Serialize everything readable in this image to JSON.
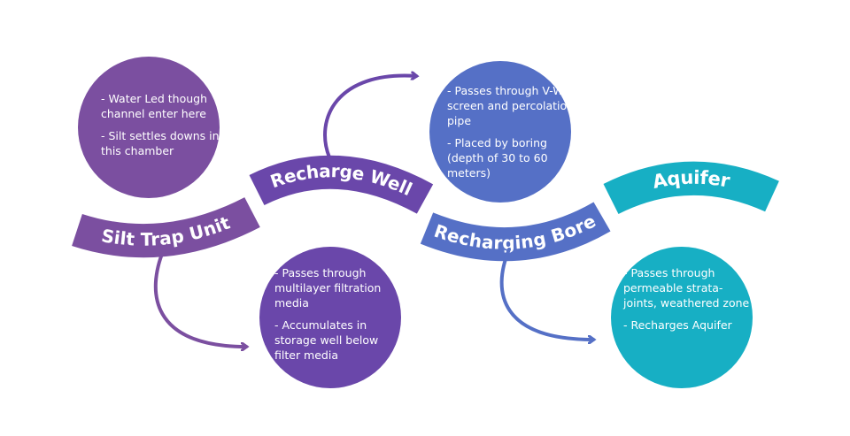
{
  "steps": [
    {
      "title": "Silt Trap Unit",
      "color": "#7b4fa0",
      "bullets": [
        "- Water Led though channel enter here",
        "- Silt settles downs in this chamber"
      ]
    },
    {
      "title": "Recharge Well",
      "color": "#6a47aa",
      "bullets": [
        "- Passes through multilayer filtration media",
        "- Accumulates in storage well below filter media"
      ]
    },
    {
      "title": "Recharging Bore",
      "color": "#5570c6",
      "bullets": [
        "- Passes through V-Wire screen and percolation pipe",
        "- Placed by boring (depth of 30 to 60 meters)"
      ]
    },
    {
      "title": "Aquifer",
      "color": "#17afc4",
      "bullets": [
        "- Passes through permeable strata-joints, weathered zone",
        "- Recharges Aquifer"
      ]
    }
  ]
}
